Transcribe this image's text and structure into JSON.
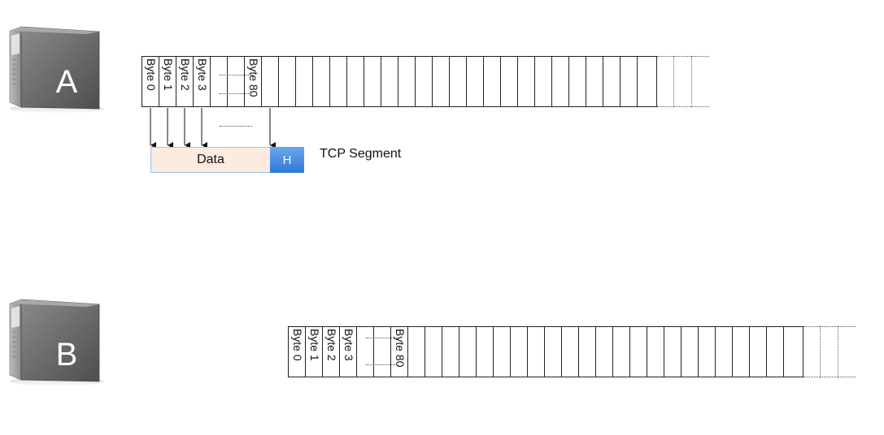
{
  "hosts": [
    {
      "letter": "A",
      "buffer_labels": [
        "Byte 0",
        "Byte 1",
        "Byte 2",
        "Byte 3",
        "",
        "",
        "Byte 80"
      ]
    },
    {
      "letter": "B",
      "buffer_labels": [
        "Byte 0",
        "Byte 1",
        "Byte 2",
        "Byte 3",
        "",
        "",
        "Byte 80"
      ]
    }
  ],
  "segment": {
    "data_label": "Data",
    "header_label": "H",
    "caption": "TCP Segment"
  },
  "colors": {
    "data_fill": "#fcebdf",
    "header_fill": "#4a90e2",
    "server_body": "#6e6e6e"
  }
}
